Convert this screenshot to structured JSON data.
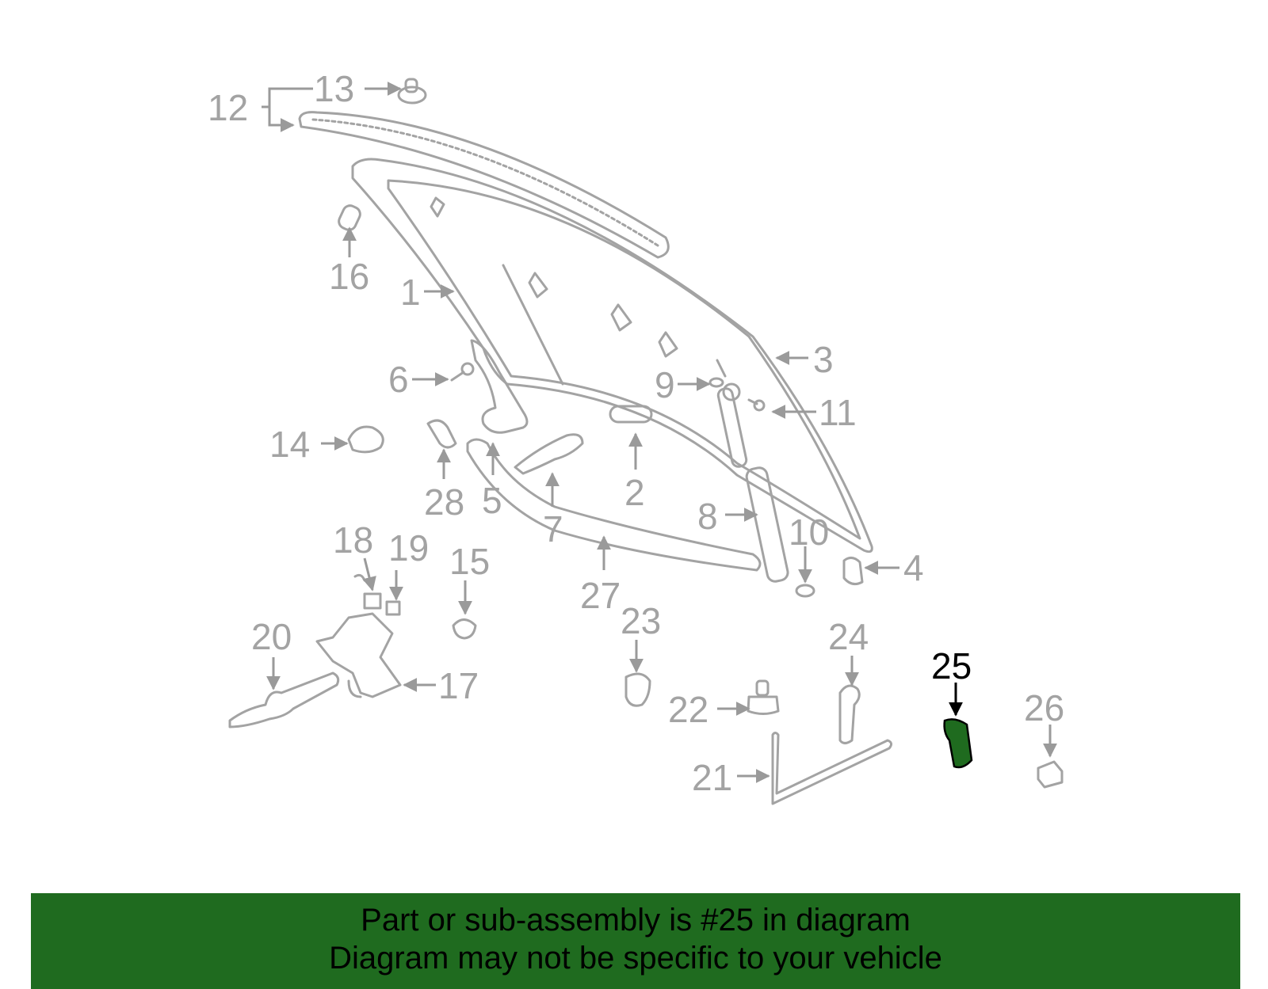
{
  "diagram": {
    "highlighted_part": "25",
    "highlight_color": "#1f6b1f",
    "line_color": "#a3a3a3",
    "callouts": [
      "1",
      "2",
      "3",
      "4",
      "5",
      "6",
      "7",
      "8",
      "9",
      "10",
      "11",
      "12",
      "13",
      "14",
      "15",
      "16",
      "17",
      "18",
      "19",
      "20",
      "21",
      "22",
      "23",
      "24",
      "25",
      "26",
      "27",
      "28"
    ]
  },
  "banner": {
    "color": "#1f6b1f",
    "line1": "Part or sub-assembly is #25 in diagram",
    "line2": "Diagram may not be specific to your vehicle"
  }
}
